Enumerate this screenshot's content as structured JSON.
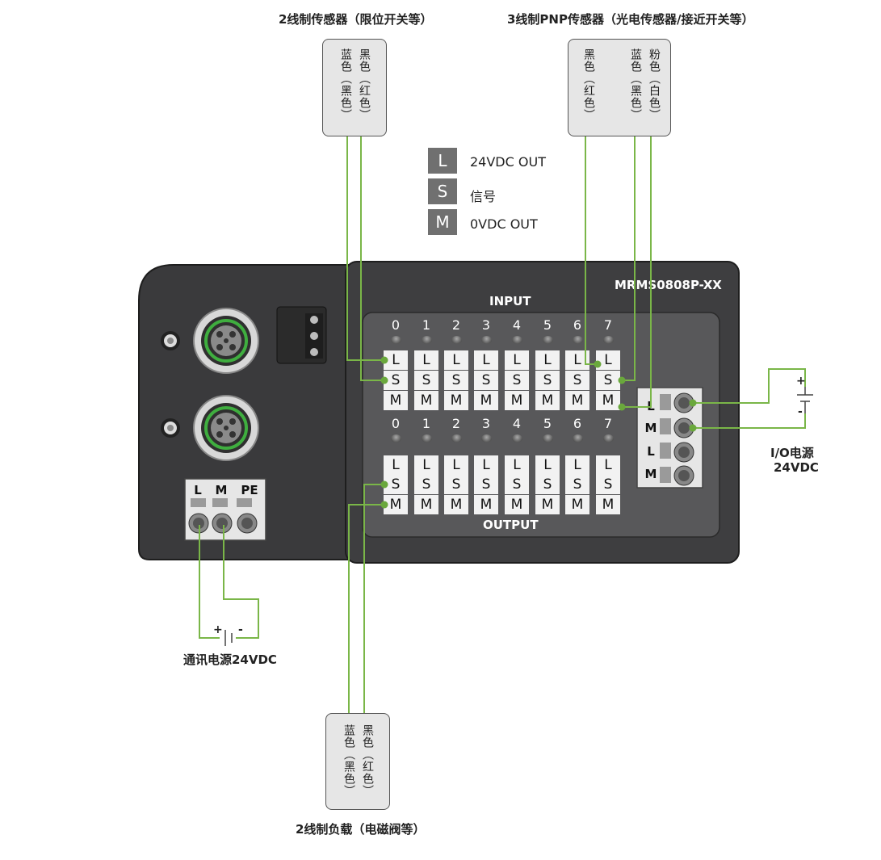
{
  "sensors": {
    "two_wire_input": {
      "caption": "2线制传感器（限位开关等）",
      "wires": [
        "黑色（红色）",
        "蓝色（黑色）"
      ]
    },
    "three_wire_pnp": {
      "caption": "3线制PNP传感器（光电传感器/接近开关等）",
      "wires": [
        "黑色（红色）",
        "粉色（白色）",
        "蓝色（黑色）"
      ]
    },
    "two_wire_load": {
      "caption": "2线制负载（电磁阀等）",
      "wires": [
        "黑色（红色）",
        "蓝色（黑色）"
      ]
    }
  },
  "legend": [
    {
      "key": "L",
      "text": "24VDC OUT"
    },
    {
      "key": "S",
      "text": "信号"
    },
    {
      "key": "M",
      "text": "0VDC OUT"
    }
  ],
  "device": {
    "model": "MRMS0808P-XX",
    "input_label": "INPUT",
    "output_label": "OUTPUT",
    "channels": [
      "0",
      "1",
      "2",
      "3",
      "4",
      "5",
      "6",
      "7"
    ],
    "terminals": [
      "L",
      "S",
      "M"
    ],
    "io_power_terminals": [
      "L",
      "M",
      "L",
      "M"
    ],
    "comm_power_terminals": [
      "L",
      "M",
      "PE"
    ]
  },
  "power": {
    "io": {
      "line1": "I/O电源",
      "line2": "24VDC",
      "plus": "+",
      "minus": "-"
    },
    "comm": {
      "label": "通讯电源24VDC",
      "plus": "+",
      "minus": "-"
    }
  },
  "colors": {
    "wire": "#7ab648",
    "device_body": "#3e3e40",
    "panel": "#5a5a5c",
    "legend_key": "#707070"
  }
}
